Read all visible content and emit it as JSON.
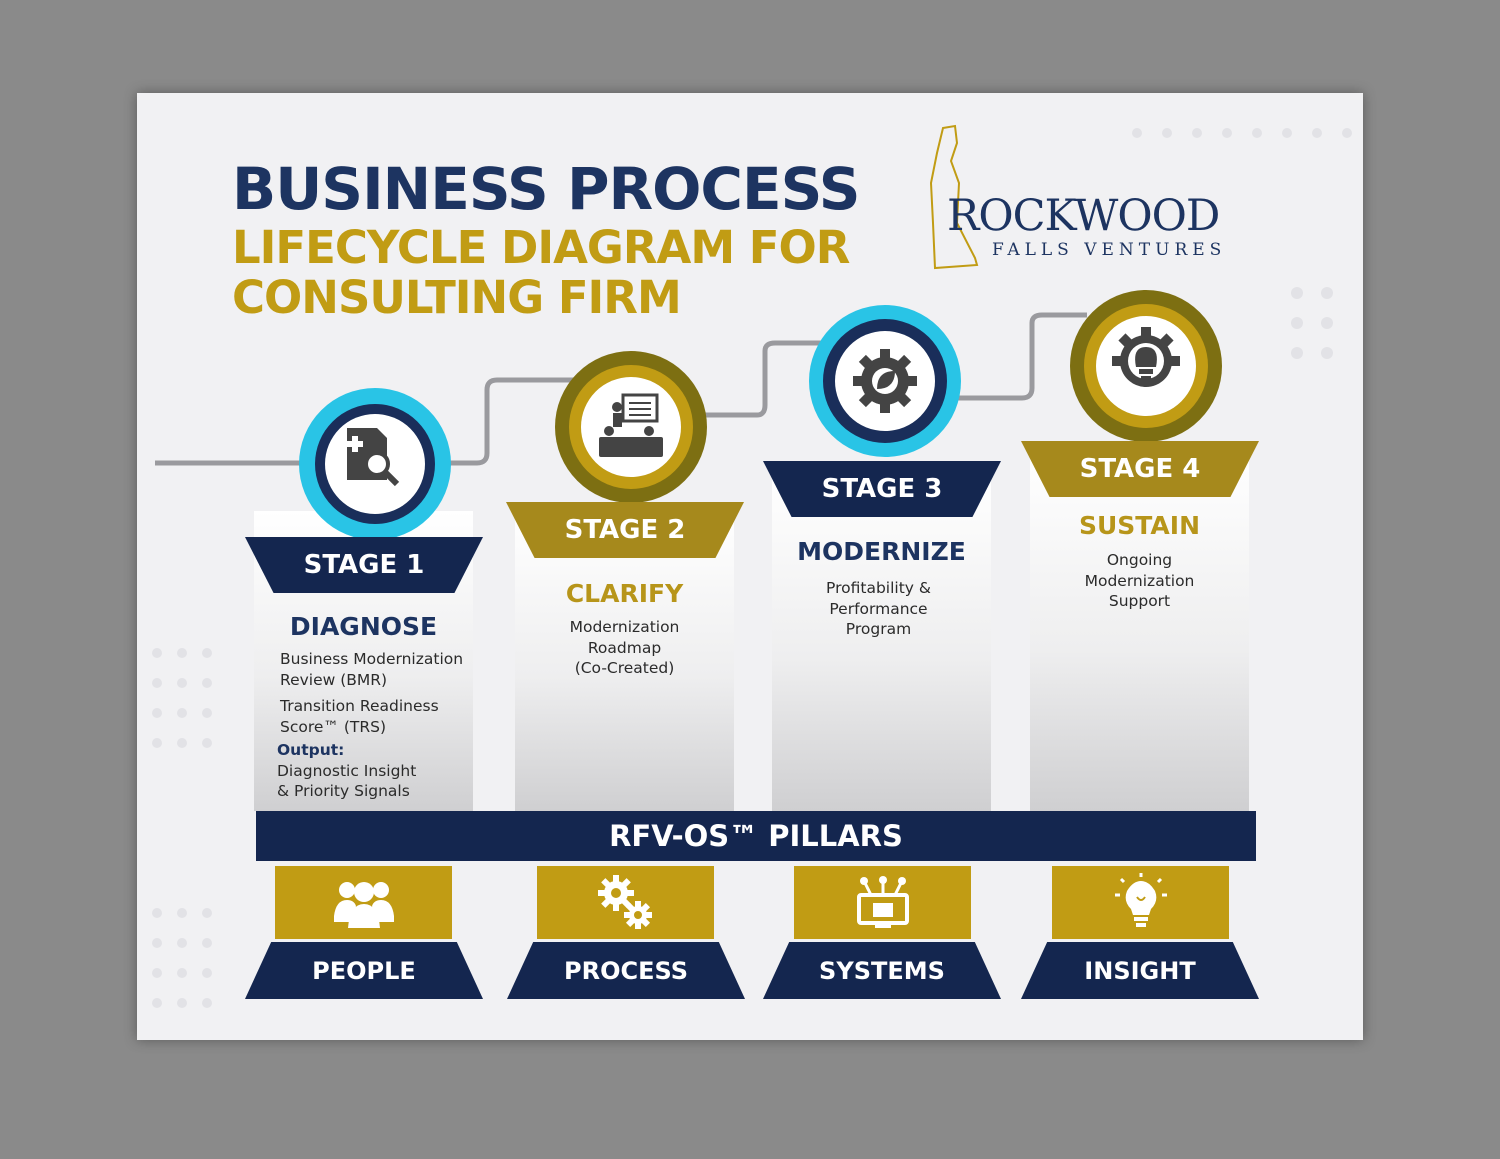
{
  "title": {
    "line1": "BUSINESS PROCESS",
    "line2": "LIFECYCLE DIAGRAM FOR",
    "line3": "CONSULTING FIRM"
  },
  "logo": {
    "main": "ROCKWOOD",
    "sub": "FALLS VENTURES"
  },
  "stages": [
    {
      "banner": "STAGE 1",
      "name": "DIAGNOSE",
      "icon": "document-search-icon",
      "items": [
        "Business Modernization",
        "Review (BMR)",
        "Transition Readiness",
        "Score™ (TRS)"
      ],
      "output_label": "Output:",
      "output_lines": [
        "Diagnostic Insight",
        "& Priority Signals"
      ]
    },
    {
      "banner": "STAGE 2",
      "name": "CLARIFY",
      "icon": "presentation-meeting-icon",
      "lines": [
        "Modernization",
        "Roadmap",
        "(Co-Created)"
      ]
    },
    {
      "banner": "STAGE 3",
      "name": "MODERNIZE",
      "icon": "gear-leaf-icon",
      "lines": [
        "Profitability &",
        "Performance",
        "Program"
      ]
    },
    {
      "banner": "STAGE 4",
      "name": "SUSTAIN",
      "icon": "lightbulb-gear-icon",
      "lines": [
        "Ongoing",
        "Modernization",
        "Support"
      ]
    }
  ],
  "pillars_title": "RFV-OS™ PILLARS",
  "pillars": [
    {
      "label": "PEOPLE",
      "icon": "people-icon"
    },
    {
      "label": "PROCESS",
      "icon": "gears-icon"
    },
    {
      "label": "SYSTEMS",
      "icon": "computer-network-icon"
    },
    {
      "label": "INSIGHT",
      "icon": "lightbulb-icon"
    }
  ],
  "colors": {
    "navy": "#1d3461",
    "gold": "#c19c14",
    "cyan": "#29c4e6",
    "olive": "#7d6f12",
    "background": "#f1f1f3"
  }
}
